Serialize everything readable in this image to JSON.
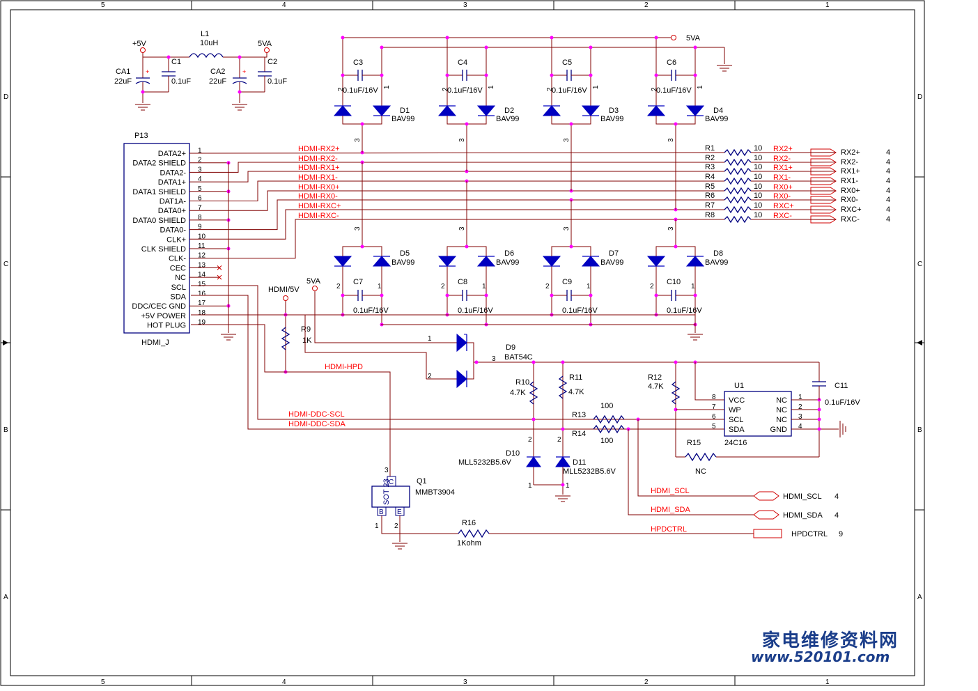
{
  "border": {
    "col_labels_top": [
      "5",
      "4",
      "3",
      "2",
      "1"
    ],
    "col_labels_bottom": [
      "5",
      "4",
      "3",
      "2",
      "1"
    ],
    "row_labels_left": [
      "D",
      "C",
      "B",
      "A"
    ],
    "row_labels_right": [
      "D",
      "C",
      "B",
      "A"
    ]
  },
  "power": {
    "l1_ref": "L1",
    "l1_val": "10uH",
    "p5v": "+5V",
    "p5va": "5VA",
    "ca1_ref": "CA1",
    "ca1_val": "22uF",
    "c1_ref": "C1",
    "c1_val": "0.1uF",
    "ca2_ref": "CA2",
    "ca2_val": "22uF",
    "c2_ref": "C2",
    "c2_val": "0.1uF",
    "top_5va": "5VA"
  },
  "connector": {
    "ref": "P13",
    "name": "HDMI_J",
    "pins": [
      {
        "num": "1",
        "name": "DATA2+"
      },
      {
        "num": "2",
        "name": "DATA2 SHIELD"
      },
      {
        "num": "3",
        "name": "DATA2-"
      },
      {
        "num": "4",
        "name": "DATA1+"
      },
      {
        "num": "5",
        "name": "DATA1 SHIELD"
      },
      {
        "num": "6",
        "name": "DAT1A-"
      },
      {
        "num": "7",
        "name": "DATA0+"
      },
      {
        "num": "8",
        "name": "DATA0 SHIELD"
      },
      {
        "num": "9",
        "name": "DATA0-"
      },
      {
        "num": "10",
        "name": "CLK+"
      },
      {
        "num": "11",
        "name": "CLK SHIELD"
      },
      {
        "num": "12",
        "name": "CLK-"
      },
      {
        "num": "13",
        "name": "CEC"
      },
      {
        "num": "14",
        "name": "NC"
      },
      {
        "num": "15",
        "name": "SCL"
      },
      {
        "num": "16",
        "name": "SDA"
      },
      {
        "num": "17",
        "name": "DDC/CEC GND"
      },
      {
        "num": "18",
        "name": "+5V POWER"
      },
      {
        "num": "19",
        "name": "HOT PLUG"
      }
    ]
  },
  "data_nets": [
    {
      "net": "HDMI-RX2+",
      "res": "R1",
      "val": "10",
      "out": "RX2+",
      "port": "RX2+",
      "sheet": "4"
    },
    {
      "net": "HDMI-RX2-",
      "res": "R2",
      "val": "10",
      "out": "RX2-",
      "port": "RX2-",
      "sheet": "4"
    },
    {
      "net": "HDMI-RX1+",
      "res": "R3",
      "val": "10",
      "out": "RX1+",
      "port": "RX1+",
      "sheet": "4"
    },
    {
      "net": "HDMI-RX1-",
      "res": "R4",
      "val": "10",
      "out": "RX1-",
      "port": "RX1-",
      "sheet": "4"
    },
    {
      "net": "HDMI-RX0+",
      "res": "R5",
      "val": "10",
      "out": "RX0+",
      "port": "RX0+",
      "sheet": "4"
    },
    {
      "net": "HDMI-RX0-",
      "res": "R6",
      "val": "10",
      "out": "RX0-",
      "port": "RX0-",
      "sheet": "4"
    },
    {
      "net": "HDMI-RXC+",
      "res": "R7",
      "val": "10",
      "out": "RXC+",
      "port": "RXC+",
      "sheet": "4"
    },
    {
      "net": "HDMI-RXC-",
      "res": "R8",
      "val": "10",
      "out": "RXC-",
      "port": "RXC-",
      "sheet": "4"
    }
  ],
  "esd_top": [
    {
      "cap": "C3",
      "cap_val": "0.1uF/16V",
      "diode": "D1",
      "diode_val": "BAV99"
    },
    {
      "cap": "C4",
      "cap_val": "0.1uF/16V",
      "diode": "D2",
      "diode_val": "BAV99"
    },
    {
      "cap": "C5",
      "cap_val": "0.1uF/16V",
      "diode": "D3",
      "diode_val": "BAV99"
    },
    {
      "cap": "C6",
      "cap_val": "0.1uF/16V",
      "diode": "D4",
      "diode_val": "BAV99"
    }
  ],
  "esd_bottom": [
    {
      "cap": "C7",
      "cap_val": "0.1uF/16V",
      "diode": "D5",
      "diode_val": "BAV99"
    },
    {
      "cap": "C8",
      "cap_val": "0.1uF/16V",
      "diode": "D6",
      "diode_val": "BAV99"
    },
    {
      "cap": "C9",
      "cap_val": "0.1uF/16V",
      "diode": "D7",
      "diode_val": "BAV99"
    },
    {
      "cap": "C10",
      "cap_val": "0.1uF/16V",
      "diode": "D8",
      "diode_val": "BAV99"
    }
  ],
  "ddc": {
    "hdmi5v": "HDMI/5V",
    "p5va": "5VA",
    "r9_ref": "R9",
    "r9_val": "1K",
    "d9_ref": "D9",
    "d9_val": "BAT54C",
    "hpd_net": "HDMI-HPD",
    "r10_ref": "R10",
    "r10_val": "4.7K",
    "r11_ref": "R11",
    "r11_val": "4.7K",
    "r12_ref": "R12",
    "r12_val": "4.7K",
    "r13_ref": "R13",
    "r13_val": "100",
    "r14_ref": "R14",
    "r14_val": "100",
    "r15_ref": "R15",
    "r15_val": "NC",
    "r16_ref": "R16",
    "r16_val": "1Kohm",
    "scl_net": "HDMI-DDC-SCL",
    "sda_net": "HDMI-DDC-SDA",
    "d10_ref": "D10",
    "d10_val": "MLL5232B5.6V",
    "d11_ref": "D11",
    "d11_val": "MLL5232B5.6V",
    "q1_ref": "Q1",
    "q1_val": "MMBT3904",
    "q1_pkg": "SOT 23",
    "u1_ref": "U1",
    "u1_val": "24C16",
    "u1_left": [
      "VCC",
      "WP",
      "SCL",
      "SDA"
    ],
    "u1_left_pins": [
      "8",
      "7",
      "6",
      "5"
    ],
    "u1_right": [
      "NC",
      "NC",
      "NC",
      "GND"
    ],
    "u1_right_pins": [
      "1",
      "2",
      "3",
      "4"
    ],
    "c11_ref": "C11",
    "c11_val": "0.1uF/16V",
    "out_scl_net": "HDMI_SCL",
    "out_scl_port": "HDMI_SCL",
    "out_scl_sheet": "4",
    "out_sda_net": "HDMI_SDA",
    "out_sda_port": "HDMI_SDA",
    "out_sda_sheet": "4",
    "out_hpd_net": "HPDCTRL",
    "out_hpd_port": "HPDCTRL",
    "out_hpd_sheet": "9"
  },
  "watermark": {
    "line1": "家电维修资料网",
    "line2": "www.520101.com"
  }
}
